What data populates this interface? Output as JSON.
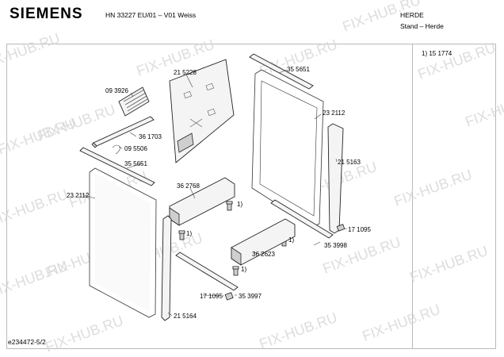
{
  "header": {
    "brand": "SIEMENS",
    "model": "HN 33227 EU/01 – V01 Weiss",
    "category": "HERDE",
    "subcategory": "Stand – Herde"
  },
  "notes": {
    "footnote": "1)  15 1774"
  },
  "footer": {
    "code": "e234472-5/2"
  },
  "watermark": {
    "text": "FIX-HUB.RU"
  },
  "labels": {
    "p093926": "09 3926",
    "p215228": "21 5228",
    "p355651_top": "35 5651",
    "p232112_right": "23 2112",
    "p361703": "36 1703",
    "p095506": "09 5506",
    "p355651_left": "35 5651",
    "p215163": "21 5163",
    "p362768": "36 2768",
    "fn1_a": "1)",
    "fn1_b": "1)",
    "fn1_c": "1)",
    "fn1_d": "1)",
    "p232112_left": "23 2112",
    "p171095_right": "17 1095",
    "p362623": "36 2623",
    "p353998": "35 3998",
    "p171095_bottom": "17 1095",
    "p353997": "35 3997",
    "p215164": "21 5164"
  }
}
